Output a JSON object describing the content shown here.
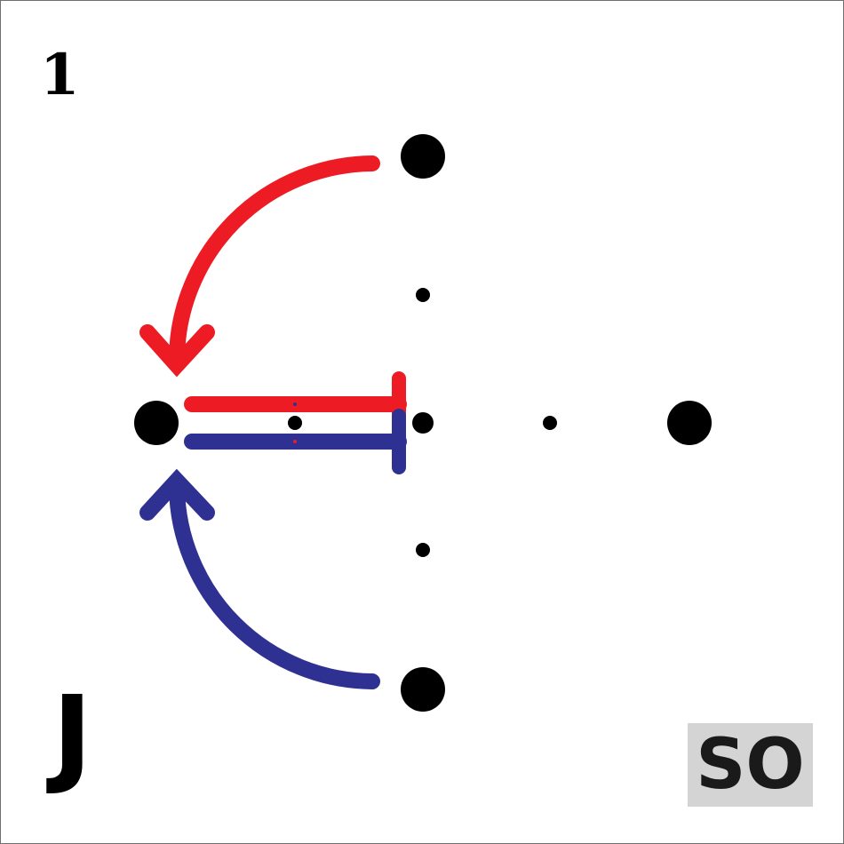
{
  "figure": {
    "number_label": "1",
    "letter_label": "J",
    "badge_label": "SO"
  },
  "colors": {
    "red": "#ed1c24",
    "blue": "#2e3192",
    "dot": "#000000",
    "badge_bg": "#d4d4d4",
    "border": "#6f6f6f"
  },
  "arrows": [
    {
      "name": "red-curved-arrow",
      "color": "red",
      "kind": "arrowhead"
    },
    {
      "name": "blue-curved-arrow",
      "color": "blue",
      "kind": "arrowhead"
    },
    {
      "name": "red-inhibition-bar",
      "color": "red",
      "kind": "bar-end"
    },
    {
      "name": "blue-inhibition-bar",
      "color": "blue",
      "kind": "bar-end"
    }
  ]
}
